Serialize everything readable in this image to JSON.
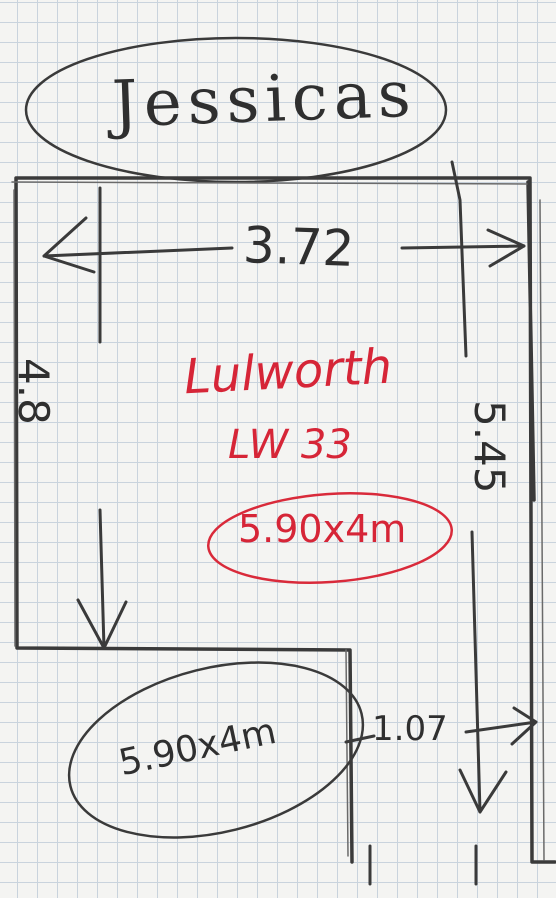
{
  "title": "Jessicas",
  "dimensions": {
    "top_width": "3.72",
    "left_height": "4.8",
    "right_height": "5.45",
    "gap": "1.07"
  },
  "model": {
    "name": "Lulworth",
    "code": "LW 33",
    "size": "5.90x4m"
  },
  "secondary_size": "5.90x4m",
  "colors": {
    "pencil": "#3a3a3a",
    "red_pen": "#d92a3a",
    "grid": "#c9d3dd"
  }
}
